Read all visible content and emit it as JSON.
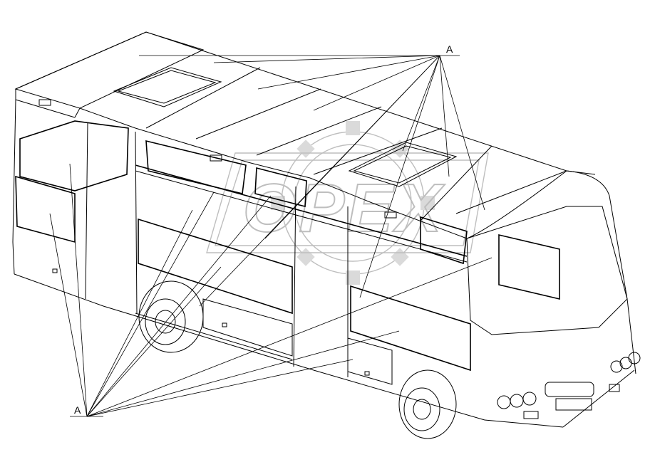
{
  "drawing": {
    "subject": "bus",
    "callouts": [
      {
        "label": "A"
      },
      {
        "label": "A"
      }
    ]
  },
  "watermark": {
    "text": "OPEX",
    "color": "#9e9e9e"
  },
  "colors": {
    "line": "#000000",
    "background": "#ffffff"
  }
}
